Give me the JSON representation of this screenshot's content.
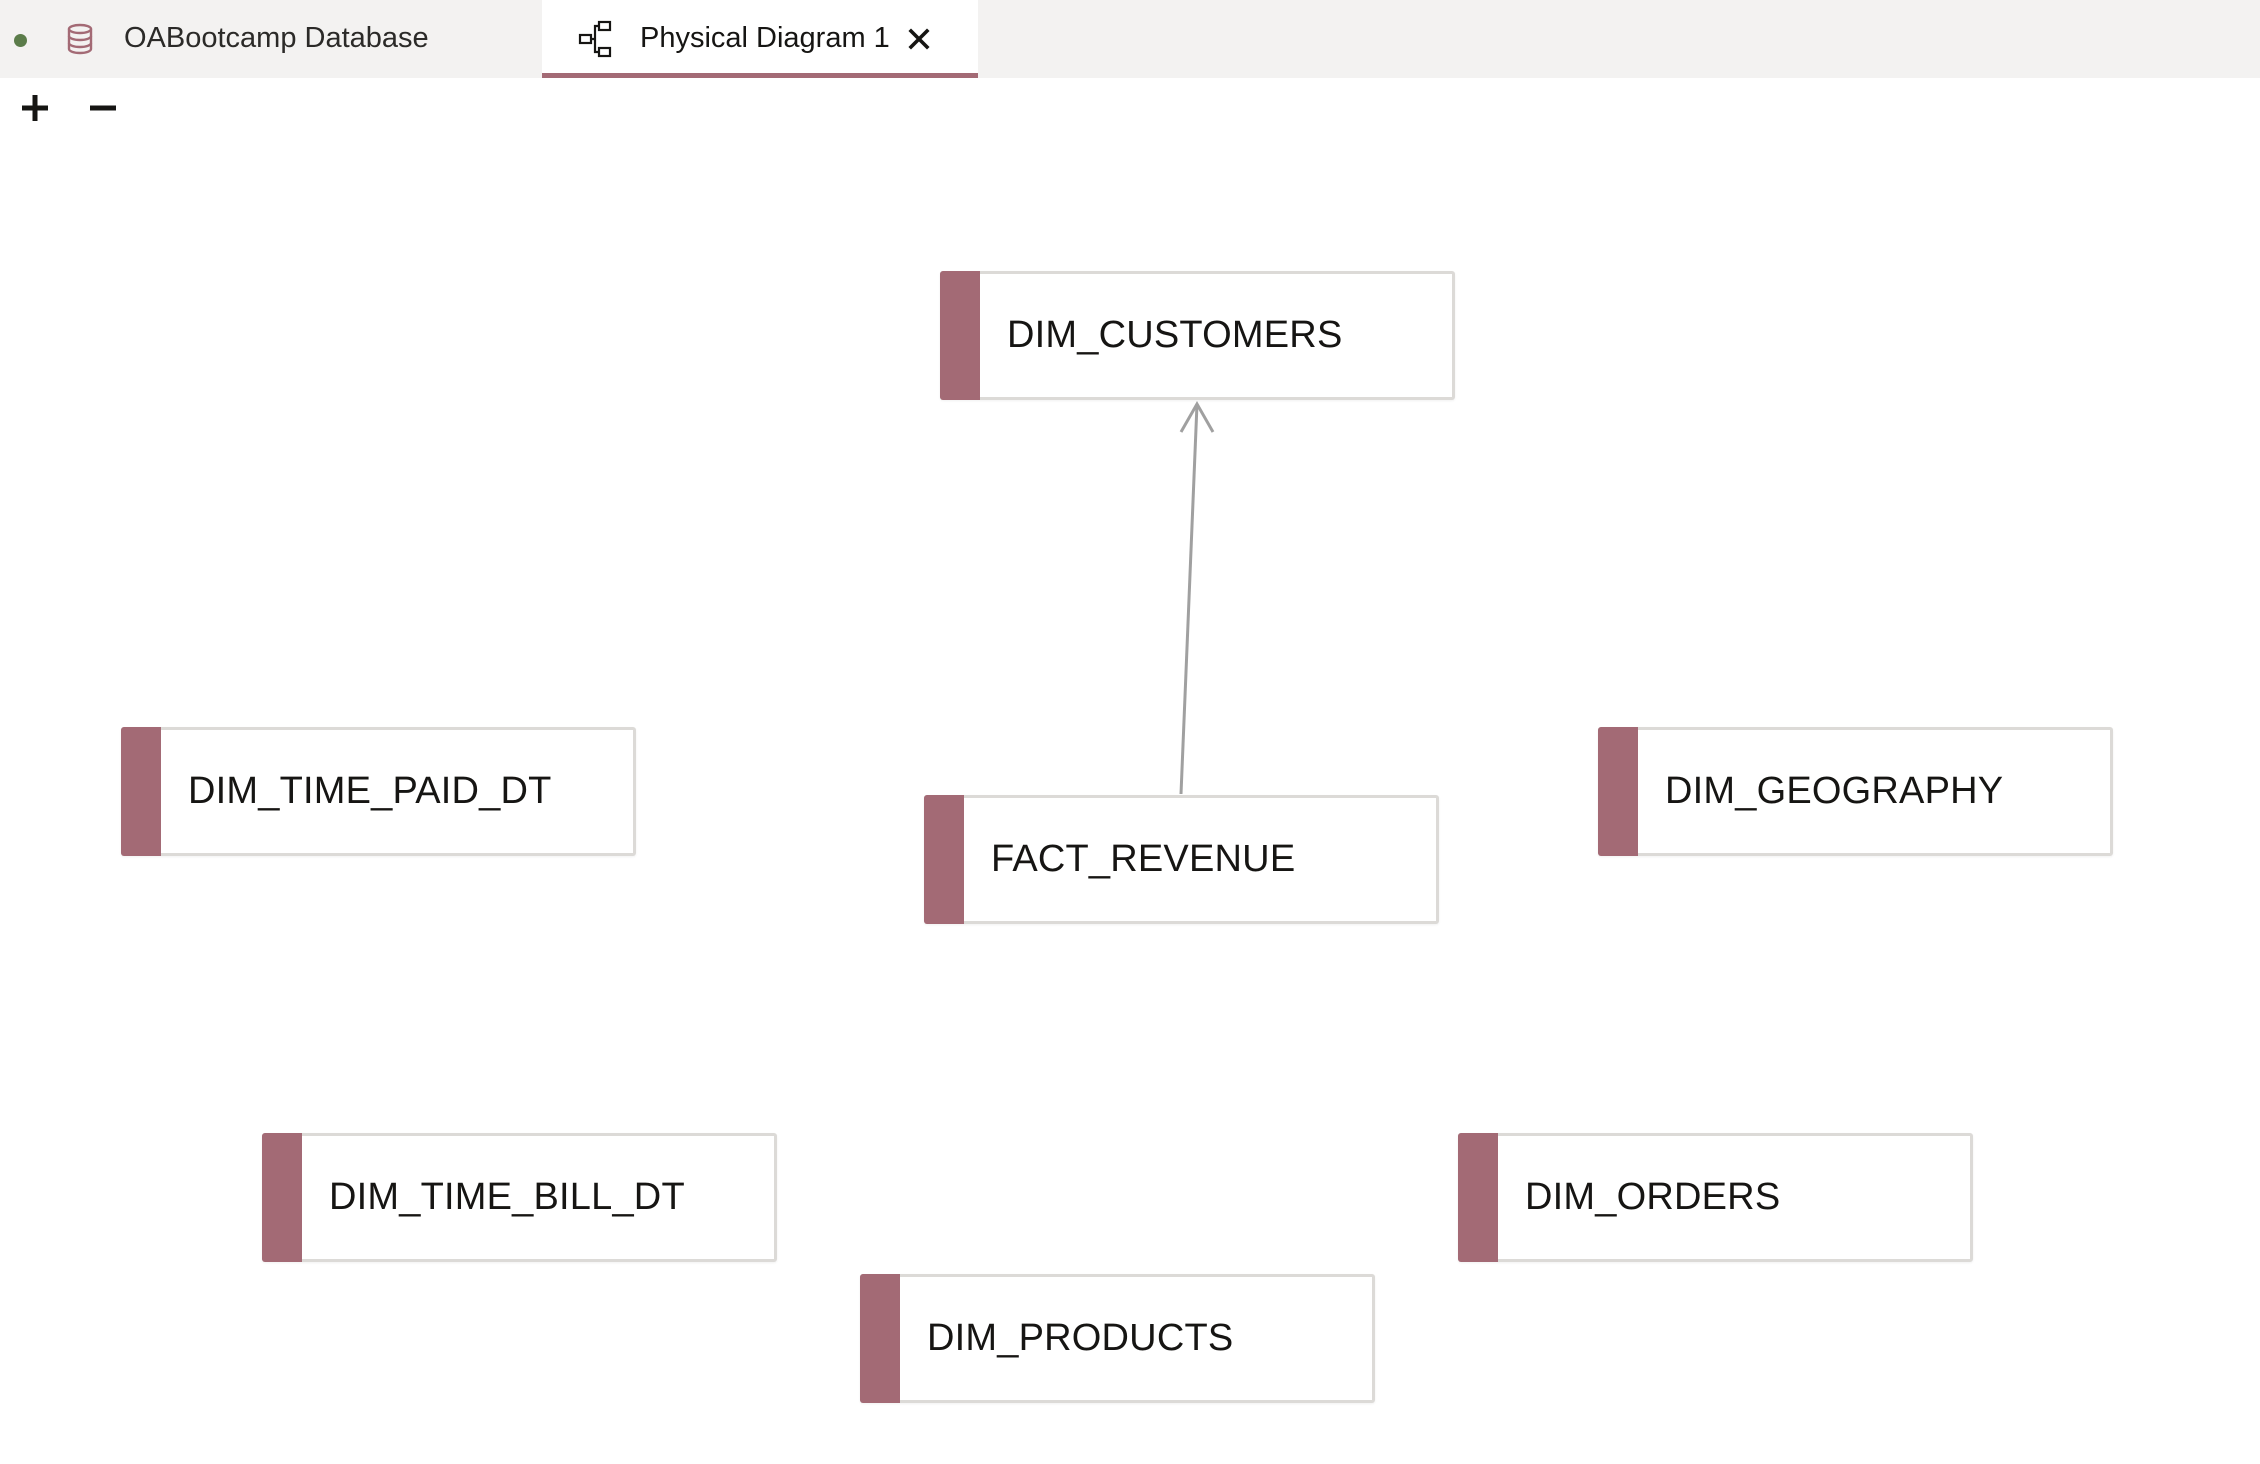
{
  "tabs": {
    "database": {
      "label": "OABootcamp Database",
      "icon": "database-icon",
      "status_color": "#5b7c4a"
    },
    "diagram": {
      "label": "Physical Diagram 1",
      "icon": "diagram-icon",
      "close_icon": "close-icon",
      "active": true
    }
  },
  "toolbar": {
    "zoom_in_icon": "plus-icon",
    "zoom_out_icon": "minus-icon"
  },
  "colors": {
    "accent": "#a36a75",
    "tab_bar": "#f3f2f1",
    "node_border": "#dcdad7",
    "connector": "#a0a0a0"
  },
  "diagram": {
    "tables": [
      {
        "id": "dim_customers",
        "label": "DIM_CUSTOMERS"
      },
      {
        "id": "dim_time_paid_dt",
        "label": "DIM_TIME_PAID_DT"
      },
      {
        "id": "fact_revenue",
        "label": "FACT_REVENUE"
      },
      {
        "id": "dim_geography",
        "label": "DIM_GEOGRAPHY"
      },
      {
        "id": "dim_time_bill_dt",
        "label": "DIM_TIME_BILL_DT"
      },
      {
        "id": "dim_orders",
        "label": "DIM_ORDERS"
      },
      {
        "id": "dim_products",
        "label": "DIM_PRODUCTS"
      }
    ],
    "joins": [
      {
        "from": "fact_revenue",
        "to": "dim_customers"
      }
    ]
  }
}
